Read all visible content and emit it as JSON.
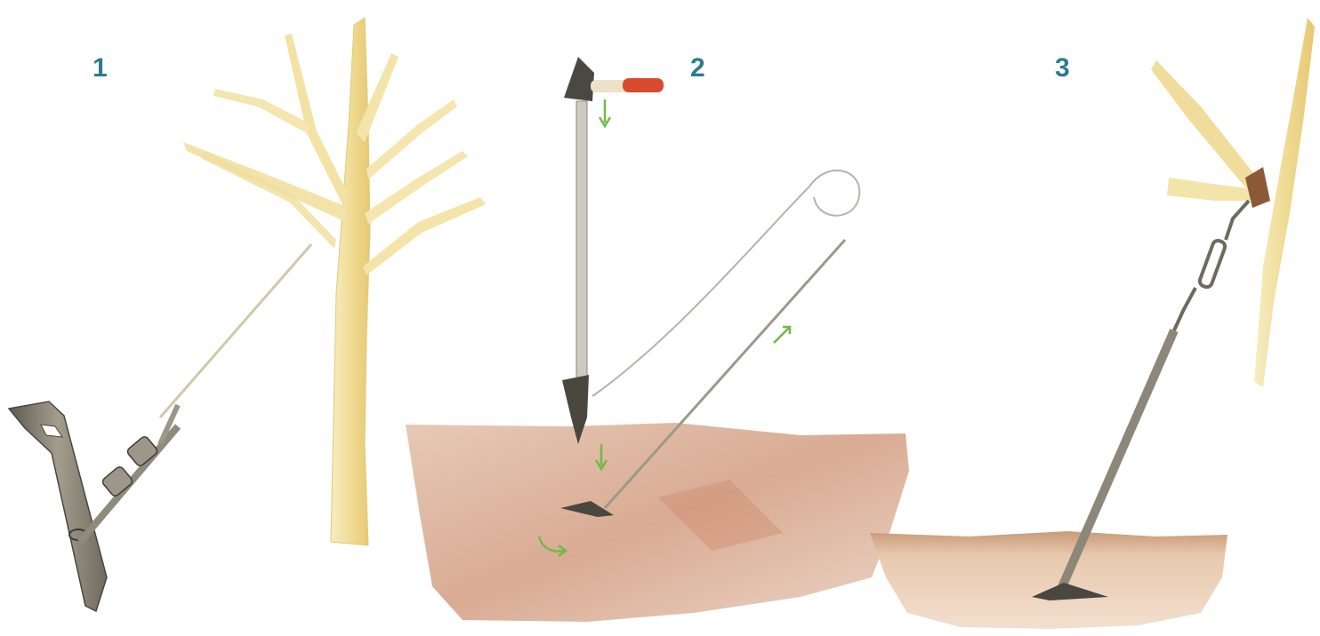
{
  "steps": [
    {
      "number": "1"
    },
    {
      "number": "2"
    },
    {
      "number": "3"
    }
  ],
  "colors": {
    "label": "#2b7c93",
    "tree": "#f1e2a6",
    "tree_shadow": "#e4c670",
    "soil": "#dcb8a4",
    "soil_dark": "#c88f77",
    "metal": "#8c8778",
    "metal_dark": "#4a4640",
    "arrow": "#72b84a",
    "hammer_handle": "#d94a2e"
  },
  "icons": [
    "tree-illustration",
    "earth-anchor-icon",
    "cable-clamp-icon",
    "hammer-icon",
    "drive-rod-icon",
    "soil-cross-section",
    "guy-wire",
    "turnbuckle-icon",
    "tree-branch-illustration"
  ]
}
